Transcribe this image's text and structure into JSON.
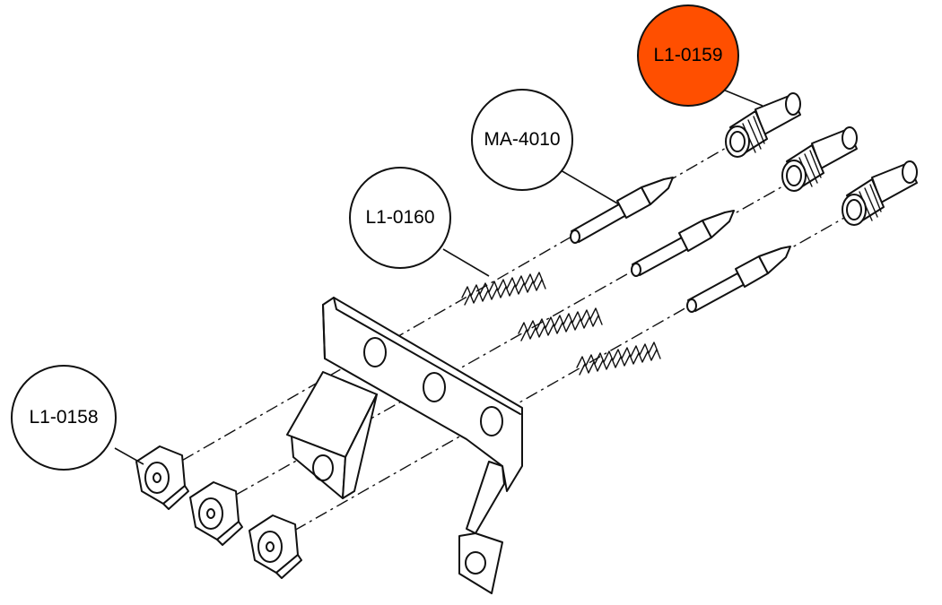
{
  "colors": {
    "highlight": "#FF4F00",
    "callout_default": "#FFFFFF",
    "line": "#111111"
  },
  "callouts": [
    {
      "id": "l1-0159",
      "label": "L1-0159",
      "highlighted": true
    },
    {
      "id": "ma-4010",
      "label": "MA-4010",
      "highlighted": false
    },
    {
      "id": "l1-0160",
      "label": "L1-0160",
      "highlighted": false
    },
    {
      "id": "l1-0158",
      "label": "L1-0158",
      "highlighted": false
    }
  ]
}
